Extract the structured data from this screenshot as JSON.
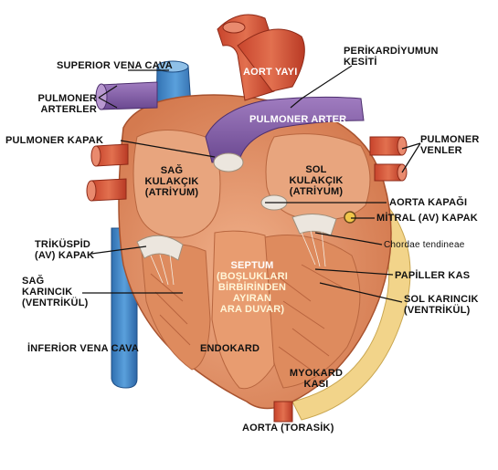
{
  "labels": {
    "superior_vena_cava": "SUPERIOR VENA CAVA",
    "pulmoner_arterler": [
      "PULMONER",
      "ARTERLER"
    ],
    "pulmoner_kapak": "PULMONER KAPAK",
    "aort_yayi": "AORT YAYI",
    "perikardiyumun_kesiti": [
      "PERİKARDİYUMUN",
      "KESİTİ"
    ],
    "pulmoner_arter": "PULMONER ARTER",
    "pulmoner_venler": [
      "PULMONER",
      "VENLER"
    ],
    "sag_kulakcik": [
      "SAĞ",
      "KULAKÇIK",
      "(ATRİYUM)"
    ],
    "sol_kulakcik": [
      "SOL",
      "KULAKÇIK",
      "(ATRİYUM)"
    ],
    "aorta_kapagi": "AORTA KAPAĞI",
    "mitral_kapak": "MİTRAL (AV) KAPAK",
    "chordae_tendineae": "Chordae tendineae",
    "trikuspid_kapak": [
      "TRİKÜSPİD",
      "(AV) KAPAK"
    ],
    "septum": "SEPTUM",
    "septum_desc": [
      "(BOŞLUKLARI",
      "BİRBİRİNDEN",
      "AYIRAN",
      "ARA DUVAR)"
    ],
    "papiller_kas": "PAPİLLER KAS",
    "sag_karincik": [
      "SAĞ",
      "KARINCIK",
      "(VENTRİKÜL)"
    ],
    "sol_karincik": [
      "SOL KARINCIK",
      "(VENTRİKÜL)"
    ],
    "inferior_vena_cava": "İNFERİOR VENA CAVA",
    "endokard": "ENDOKARD",
    "miyokard_kasi": [
      "MYOKARD",
      "KASI"
    ],
    "aorta_torasik": "AORTA (TORASİK)"
  },
  "colors": {
    "vena_cava": "#3d86c8",
    "pulmonary_artery": "#8a5fa8",
    "aorta": "#d8543a",
    "myocardium": "#e49468",
    "chamber": "#e8a57e",
    "pericardium": "#f2d48a",
    "valve": "#ece6de"
  }
}
